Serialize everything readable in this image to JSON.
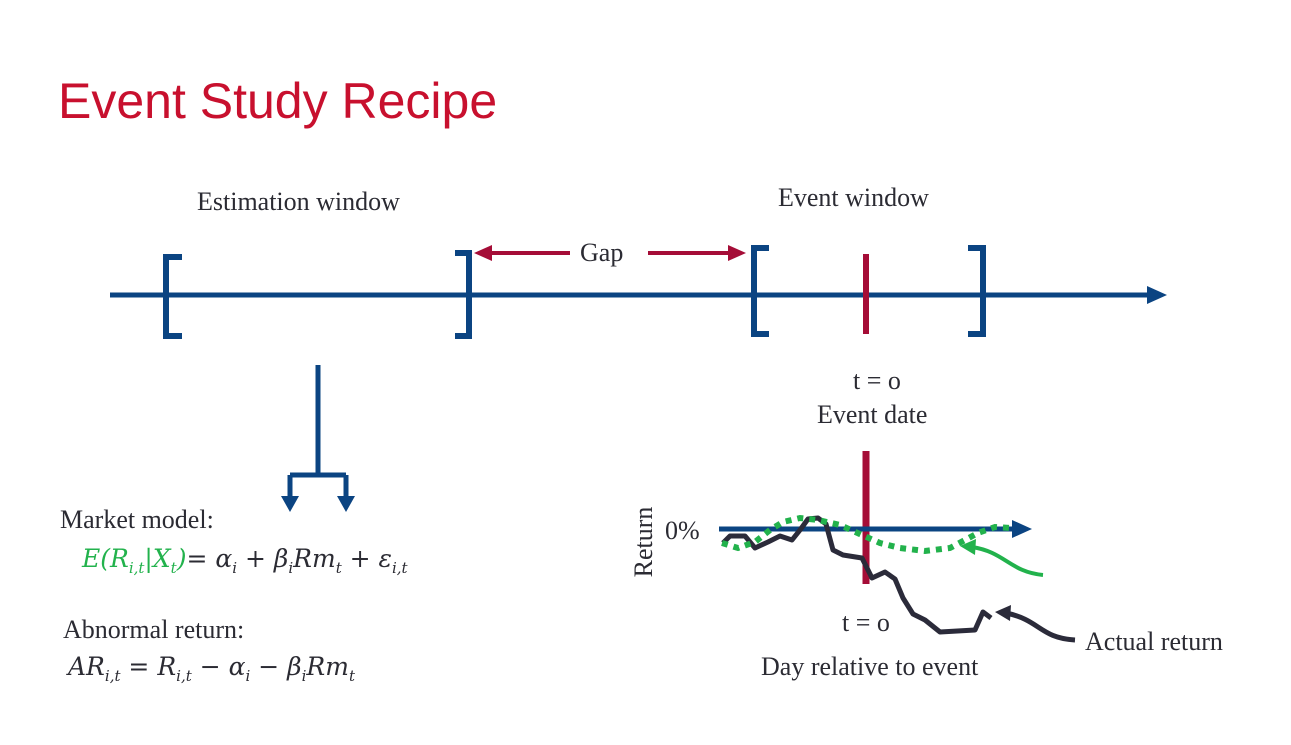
{
  "title": "Event Study Recipe",
  "timeline": {
    "estimation_window": "Estimation window",
    "event_window": "Event window",
    "gap": "Gap",
    "t0": "t = o",
    "event_date": "Event date"
  },
  "market_model": {
    "label": "Market model:",
    "lhs": "E(R",
    "lhs_sub": "i,t",
    "lhs_mid": "|X",
    "lhs_sub2": "t",
    "lhs_end": ")",
    "rhs": "=  α",
    "rhs_sub1": "i",
    "rhs2": " + β",
    "rhs_sub2": "i",
    "rhs3": "Rm",
    "rhs_sub3": "t",
    "rhs4": " + ε",
    "rhs_sub4": "i,t"
  },
  "abnormal_return": {
    "label": "Abnormal return:",
    "p1": "AR",
    "s1": "i,t",
    "p2": " = R",
    "s2": "i,t",
    "p3": " − α",
    "s3": "i",
    "p4": " − β",
    "s4": "i",
    "p5": "Rm",
    "s5": "t"
  },
  "chart": {
    "y_label": "Return",
    "zero_label": "0%",
    "t0": "t = o",
    "x_label": "Day relative to event",
    "actual_label": "Actual return"
  },
  "colors": {
    "title": "#c8102e",
    "axis": "#0b4482",
    "marker": "#a50d37",
    "expected": "#22b24c",
    "actual": "#2b2b3a"
  }
}
